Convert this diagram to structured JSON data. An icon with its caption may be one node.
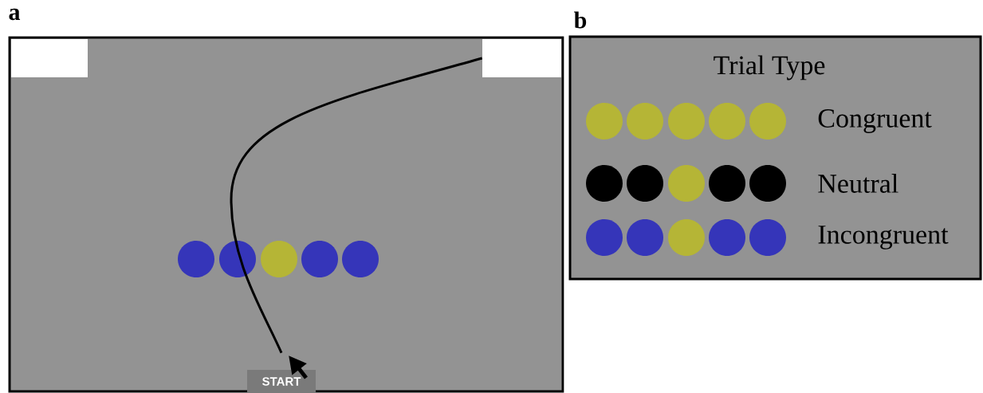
{
  "diagram": {
    "nodes": [
      {
        "text": [],
        "shape": "box"
      },
      {
        "text": [],
        "shape": "box"
      },
      {
        "text": [
          "START"
        ]
      }
    ],
    "edges": [
      {
        "from": 2,
        "to": 1,
        "arrow": "none"
      }
    ],
    "labels": [
      "a",
      "b",
      "Trial Type"
    ],
    "legend": [
      {
        "text": "Congruent"
      },
      {
        "text": "Neutral"
      },
      {
        "text": "Incongruent"
      }
    ]
  }
}
